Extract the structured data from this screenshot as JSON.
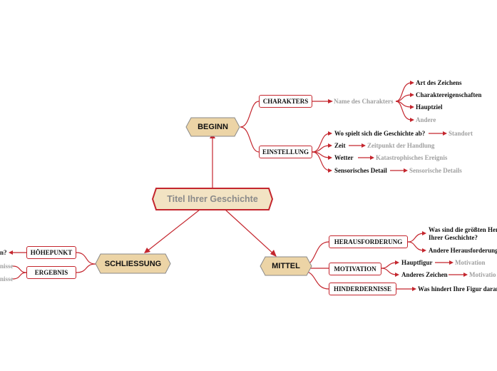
{
  "central": "Titel Ihrer Geschichte",
  "branches": {
    "beginn": "BEGINN",
    "mittel": "MITTEL",
    "schluss": "SCHLIESSUNG"
  },
  "beginn": {
    "charakters": "CHARAKTERS",
    "name_des_charakters": "Name des Charakters",
    "art": "Art des Zeichens",
    "eigenschaften": "Charaktereigenschaften",
    "hauptziel": "Hauptziel",
    "andere": "Andere",
    "einstellung": "EINSTELLUNG",
    "wo": "Wo spielt sich die Geschichte ab?",
    "standort": "Standort",
    "zeit": "Zeit",
    "zeitpunkt": "Zeitpunkt der Handlung",
    "wetter": "Wetter",
    "katastrophe": "Katastrophisches Ereignis",
    "sensorisch": "Sensorisches Detail",
    "sensorische_details": "Sensorische Details"
  },
  "mittel": {
    "herausforderung": "HERAUSFORDERUNG",
    "groessten_1": "Was sind die größten Her",
    "groessten_2": "Ihrer Geschichte?",
    "andere_herausforderung": "Andere Herausforderung",
    "motivation": "MOTIVATION",
    "hauptfigur": "Hauptfigur",
    "motivation_1": "Motivation",
    "anderes_zeichen": "Anderes Zeichen",
    "motivation_2": "Motivatio",
    "hindernisse": "HINDERDERNISSE",
    "hindert": "Was hindert Ihre Figur daran"
  },
  "schluss": {
    "hoehepunkt": "HÖHEPUNKT",
    "hoehepunkt_child": "n?",
    "ergebnis": "ERGEBNIS",
    "ergebnis_child_1": "nisse",
    "ergebnis_child_2": "nisse"
  },
  "colors": {
    "line": "#c4262e",
    "hex_fill": "#ecd4a6",
    "hex_stroke": "#8a8a8a",
    "central_fill": "#f2e3c3",
    "central_text": "#8a8a8a",
    "muted": "#a0a0a0"
  }
}
